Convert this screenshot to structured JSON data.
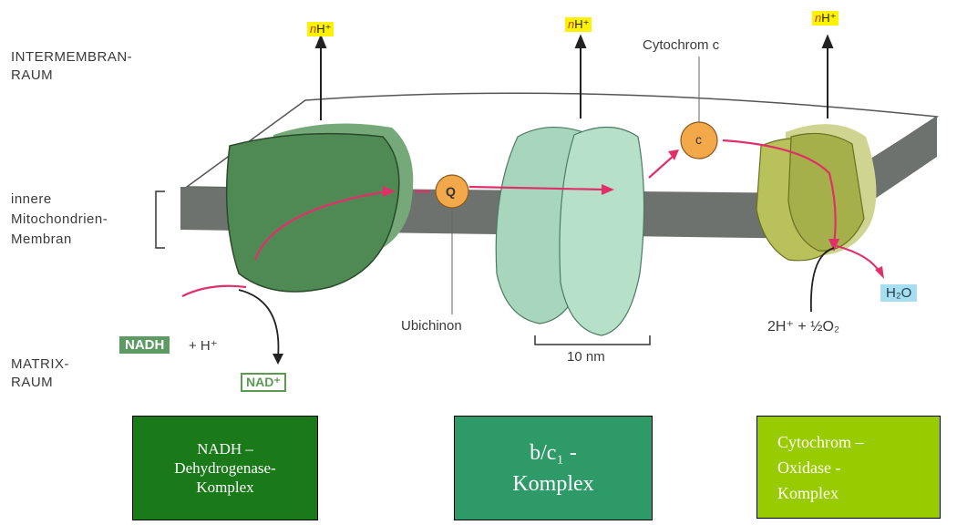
{
  "labels": {
    "intermembrane": [
      "INTERMEMBRAN-",
      "RAUM"
    ],
    "membrane": [
      "innere",
      "Mitochondrien-",
      "Membran"
    ],
    "matrix": [
      "MATRIX-",
      "RAUM"
    ],
    "cytochrom_c": "Cytochrom c",
    "ubichinon": "Ubichinon",
    "scale": "10 nm",
    "q": "Q",
    "c": "c",
    "nadh": "NADH",
    "plus_h": "+ H⁺",
    "nad": "NAD⁺",
    "h2o": "H₂O",
    "reaction": "2H⁺ + ½O₂",
    "proton_n": "n",
    "proton_h": "H⁺"
  },
  "complexes": [
    {
      "lines": [
        "NADH –",
        "Dehydrogenase-",
        "Komplex"
      ],
      "color": "#1a7a1a"
    },
    {
      "lines": [
        "b/c₁ -",
        "Komplex"
      ],
      "color": "#2e9a68"
    },
    {
      "lines": [
        "Cytochrom –",
        "Oxidase -",
        "Komplex"
      ],
      "color": "#99cc00"
    }
  ],
  "colors": {
    "membrane": "#6e726e",
    "complex1": "#4f8a55",
    "complex2": "#a8d6bc",
    "complex3": "#b9c25a",
    "carrier": "#f3a84a",
    "arrow": "#e0306a"
  }
}
